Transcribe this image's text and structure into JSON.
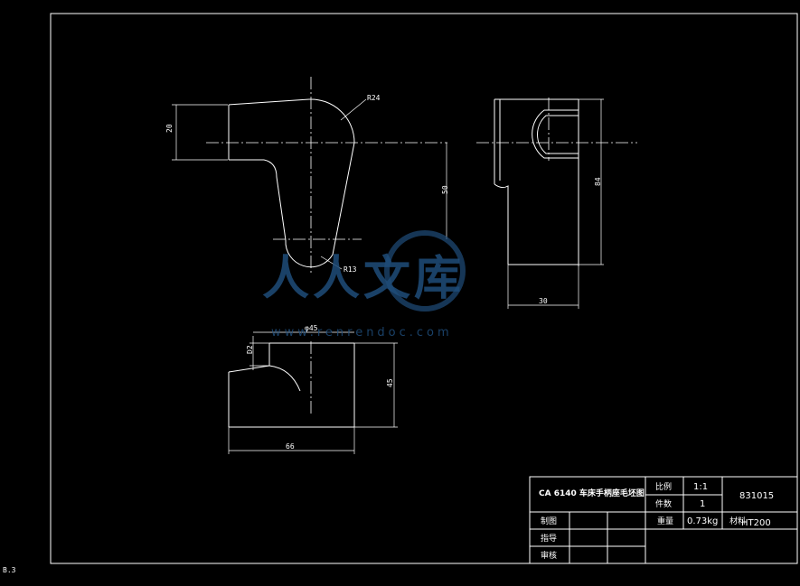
{
  "title_block": {
    "drawing_title": "CA 6140 车床手柄座毛坯图",
    "scale_label": "比例",
    "scale_value": "1:1",
    "count_label": "件数",
    "count_value": "1",
    "drawing_no": "831015",
    "weight_label": "重量",
    "weight_value": "0.73kg",
    "material_label": "材料",
    "material_value": "HT200",
    "drawn_label": "制图",
    "guide_label": "指导",
    "review_label": "审核"
  },
  "dimensions": {
    "r24": "R24",
    "r13": "R13",
    "d20": "20",
    "d50": "50",
    "d84": "84",
    "d30": "30",
    "phi45": "φ45",
    "d2": "D2",
    "d45": "45",
    "d66": "66"
  },
  "watermark": {
    "text": "人人文库",
    "url": "www.renrendoc.com"
  },
  "corner_mark": "B.3"
}
